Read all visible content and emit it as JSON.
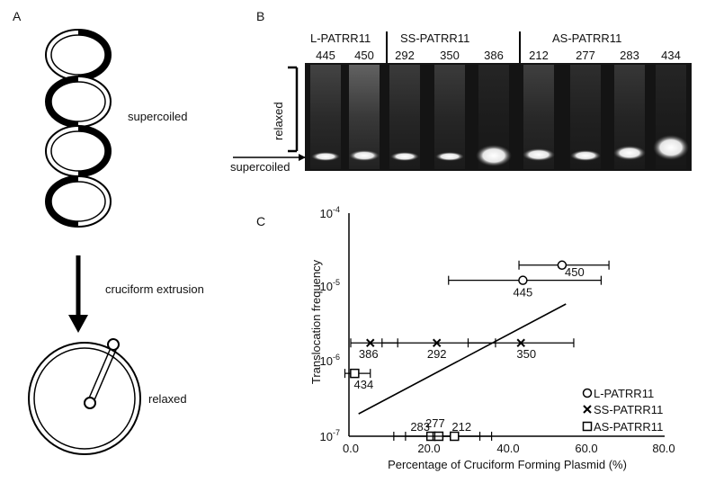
{
  "panels": {
    "a": {
      "label": "A",
      "state_top": "supercoiled",
      "transition": "cruciform extrusion",
      "state_bottom": "relaxed"
    },
    "b": {
      "label": "B",
      "groups": [
        "L-PATRR11",
        "SS-PATRR11",
        "AS-PATRR11"
      ],
      "lanes": [
        "445",
        "450",
        "292",
        "350",
        "386",
        "212",
        "277",
        "283",
        "434"
      ],
      "relaxed_label": "relaxed",
      "supercoiled_label": "supercoiled"
    },
    "c": {
      "label": "C"
    }
  },
  "chart_data": {
    "type": "scatter",
    "xlabel": "Percentage of Cruciform Forming Plasmid (%)",
    "ylabel": "Translocation frequency",
    "xlim": [
      0,
      80
    ],
    "ylim": [
      1e-07,
      0.0001
    ],
    "y_scale": "log",
    "x_ticks": [
      "0.0",
      "20.0",
      "40.0",
      "60.0",
      "80.0"
    ],
    "y_ticks": [
      {
        "base": "10",
        "exp": "-7"
      },
      {
        "base": "10",
        "exp": "-6"
      },
      {
        "base": "10",
        "exp": "-5"
      },
      {
        "base": "10",
        "exp": "-4"
      }
    ],
    "legend_position": "right",
    "series": [
      {
        "name": "L-PATRR11",
        "marker": "circle",
        "points": [
          {
            "label": "450",
            "x": 54,
            "y": 2e-05,
            "xerr_low": 43,
            "xerr_high": 66
          },
          {
            "label": "445",
            "x": 44,
            "y": 1.25e-05,
            "xerr_low": 25,
            "xerr_high": 64
          }
        ]
      },
      {
        "name": "SS-PATRR11",
        "marker": "x",
        "points": [
          {
            "label": "386",
            "x": 5,
            "y": 1.8e-06,
            "xerr_low": 0,
            "xerr_high": 12
          },
          {
            "label": "292",
            "x": 22,
            "y": 1.8e-06,
            "xerr_low": 8,
            "xerr_high": 37
          },
          {
            "label": "350",
            "x": 43.5,
            "y": 1.8e-06,
            "xerr_low": 30,
            "xerr_high": 57
          }
        ]
      },
      {
        "name": "AS-PATRR11",
        "marker": "square",
        "points": [
          {
            "label": "434",
            "x": 1,
            "y": 7e-07,
            "xerr_low": -1.5,
            "xerr_high": 5
          },
          {
            "label": "283",
            "x": 20.5,
            "y": 1e-07,
            "xerr_low": 14,
            "xerr_high": 26
          },
          {
            "label": "277",
            "x": 22.5,
            "y": 1e-07,
            "xerr_low": 11,
            "xerr_high": 33
          },
          {
            "label": "212",
            "x": 26.5,
            "y": 1e-07,
            "xerr_low": 21,
            "xerr_high": 36
          }
        ]
      }
    ],
    "regression_line": {
      "x": [
        2,
        55
      ],
      "y": [
        2e-07,
        6e-06
      ]
    }
  }
}
